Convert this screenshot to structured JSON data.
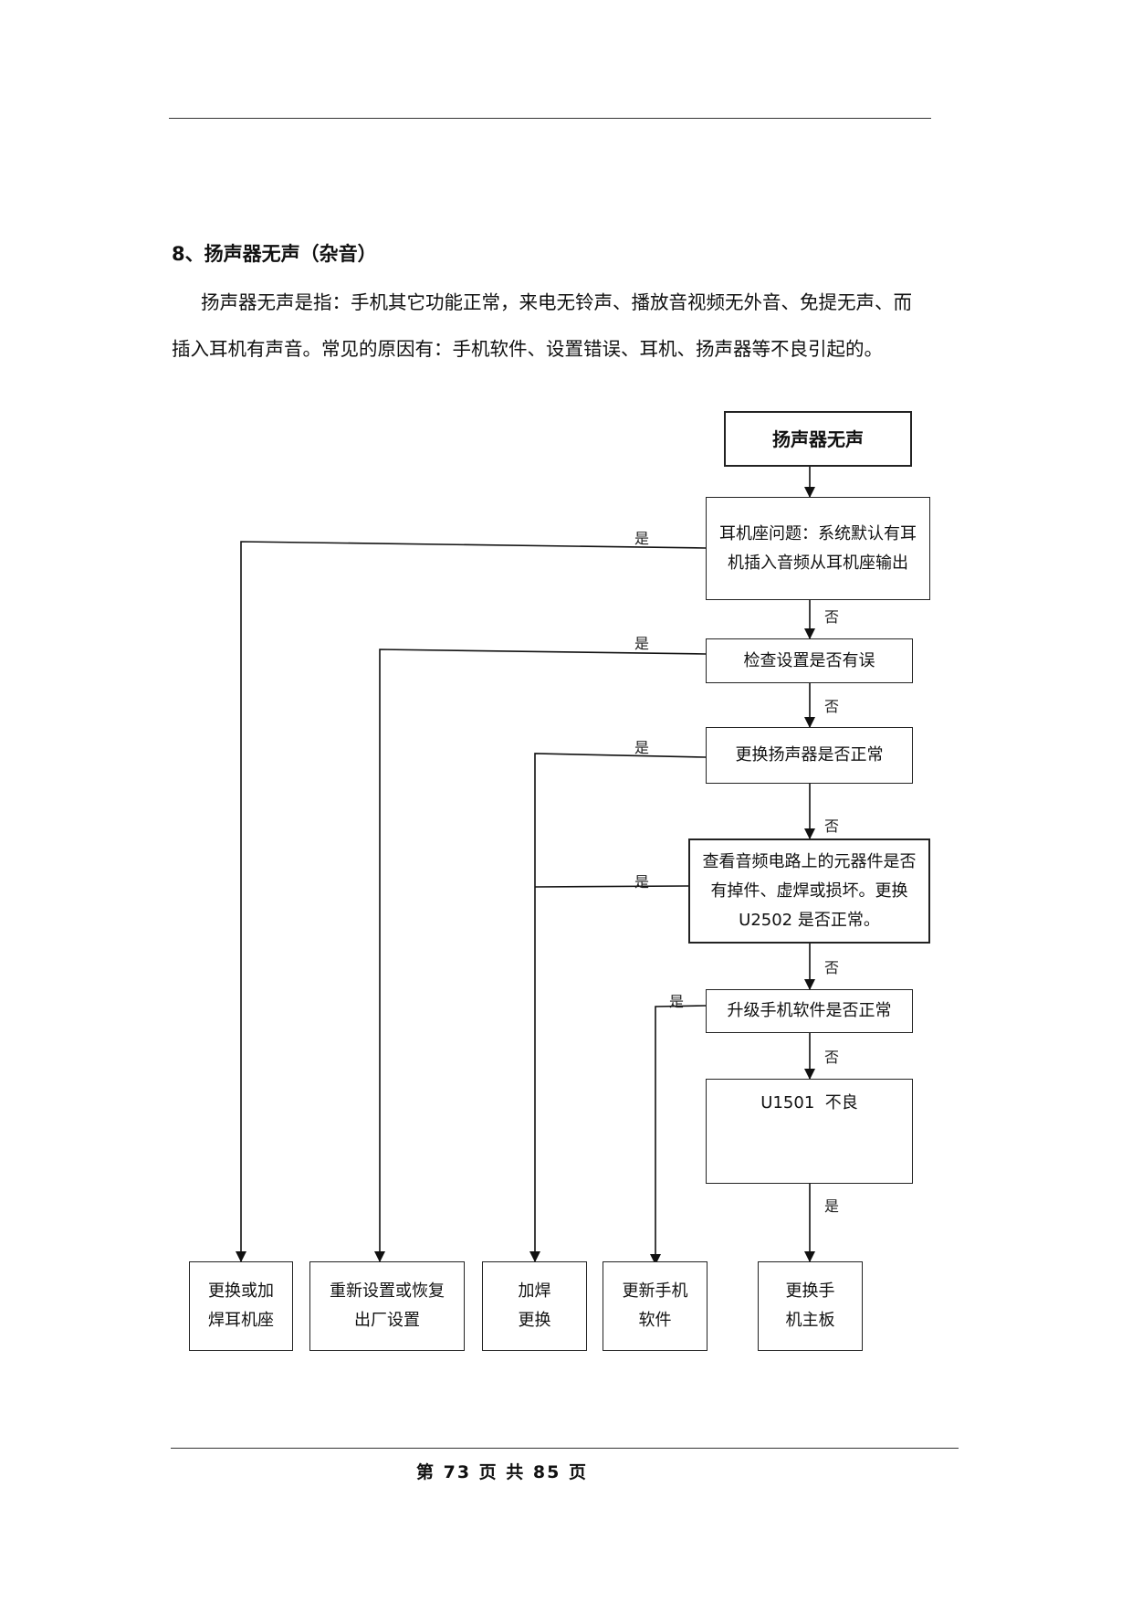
{
  "section": {
    "title": "8、扬声器无声（杂音）",
    "paragraph_lines": [
      "扬声器无声是指：手机其它功能正常，来电无铃声、播放音视频无外音、免提无声、而",
      "插入耳机有声音。常见的原因有：手机软件、设置错误、耳机、扬声器等不良引起的。"
    ]
  },
  "flowchart": {
    "start": "扬声器无声",
    "steps": [
      "耳机座问题：系统默认有耳机插入音频从耳机座输出",
      "检查设置是否有误",
      "更换扬声器是否正常",
      "查看音频电路上的元器件是否有掉件、虚焊或损坏。更换 U2502 是否正常。",
      "升级手机软件是否正常",
      "U1501  不良"
    ],
    "results": [
      "更换或加焊耳机座",
      "重新设置或恢复出厂设置",
      "加焊更换",
      "更新手机软件",
      "更换手机主板"
    ],
    "yes_label": "是",
    "no_label": "否"
  },
  "footer": {
    "page_text": "第 73 页 共 85 页"
  }
}
